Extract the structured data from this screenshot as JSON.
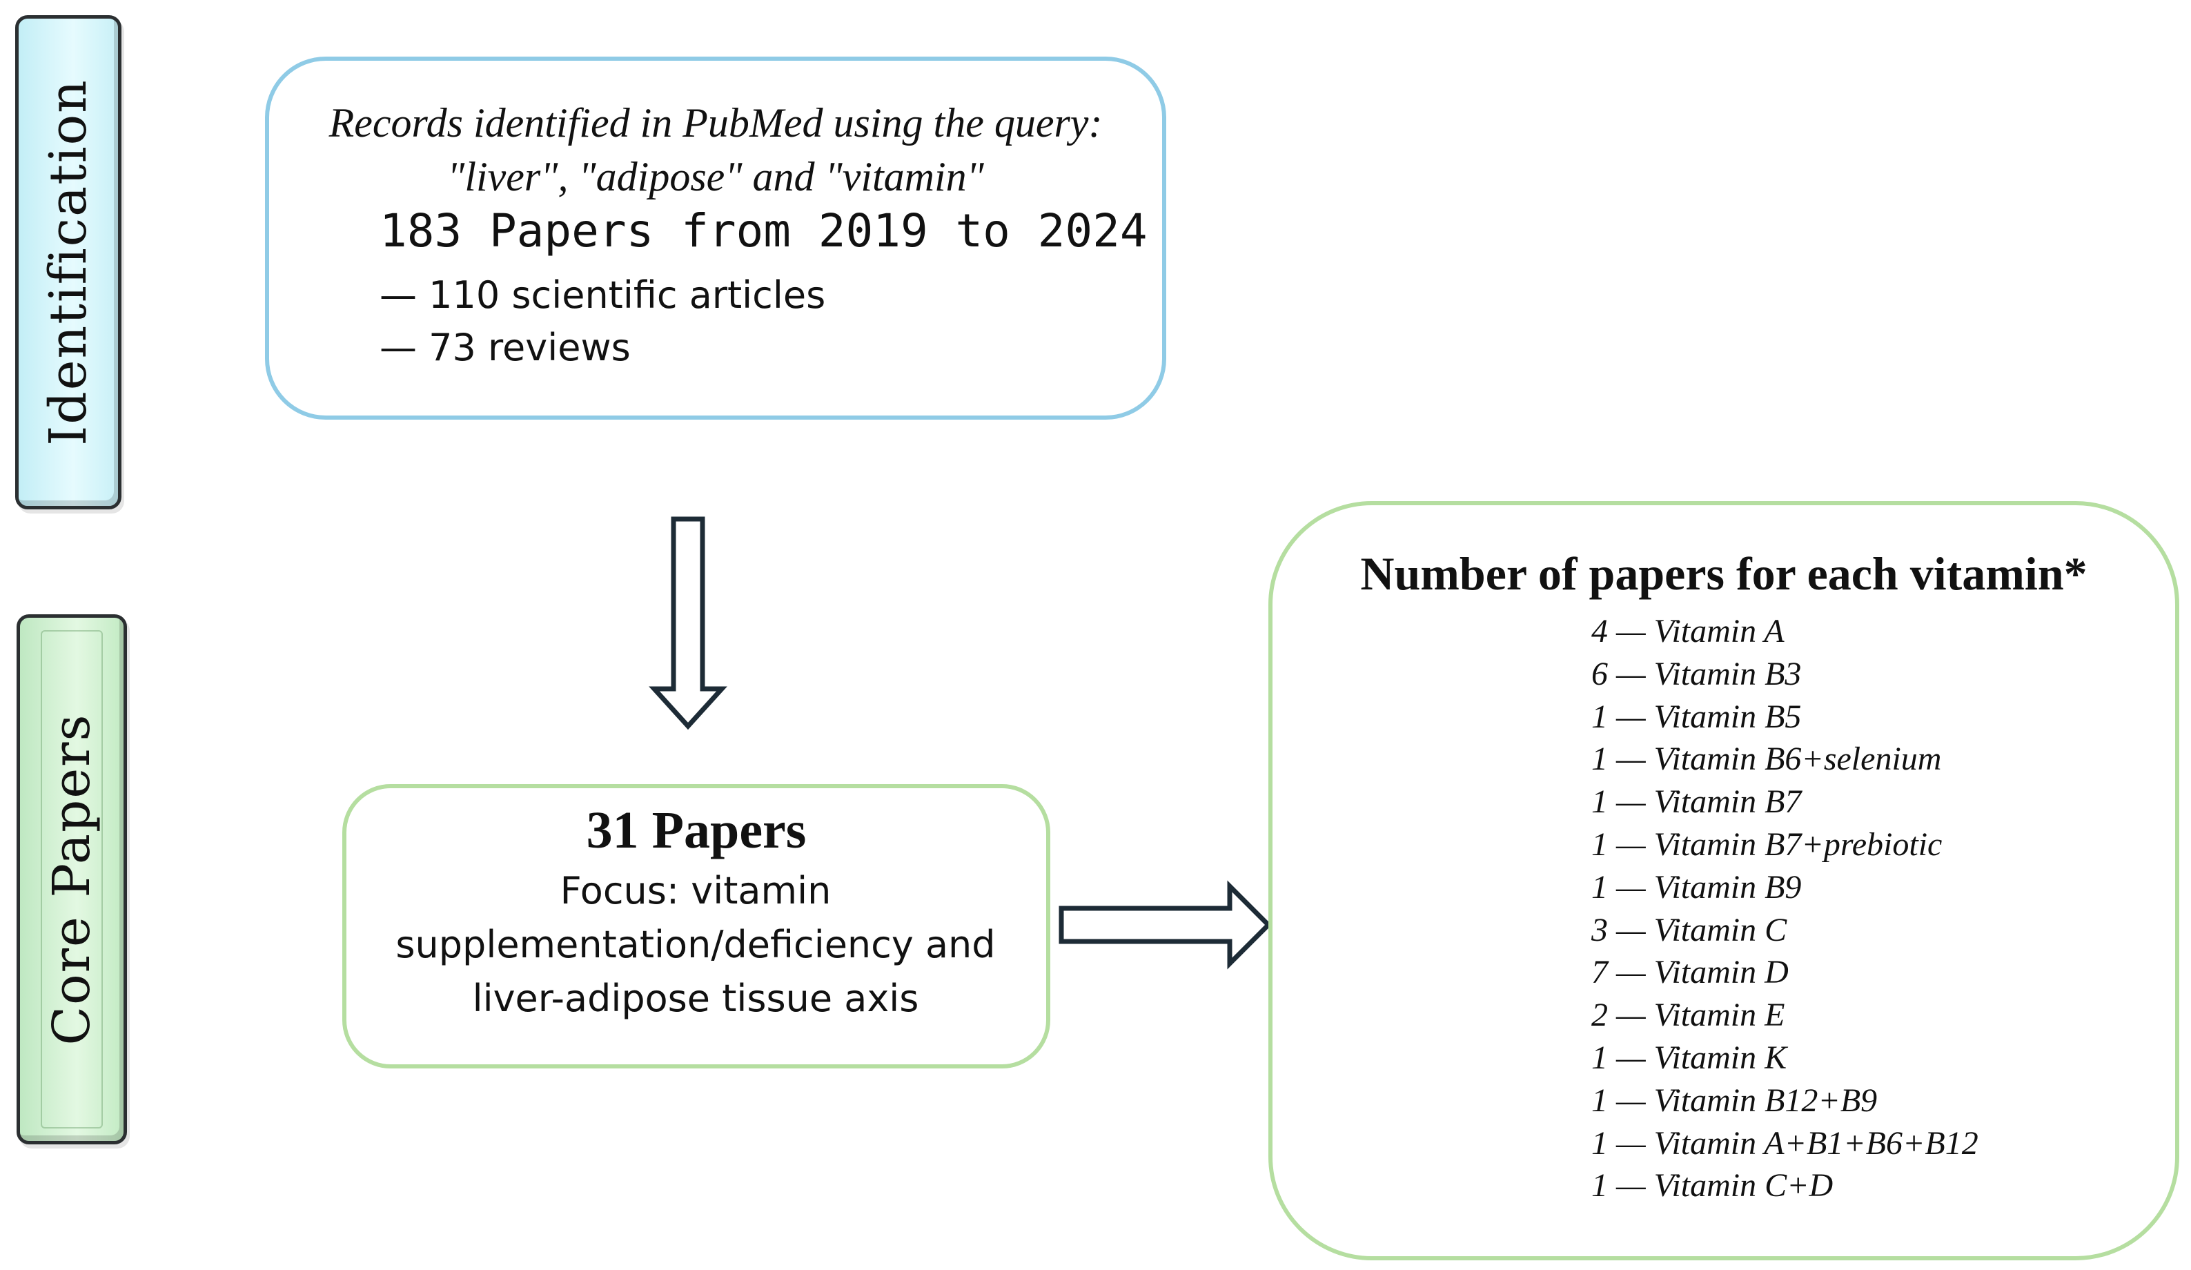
{
  "stages": {
    "identification": "Identification",
    "core": "Core Papers"
  },
  "identification_box": {
    "query_line1": "Records identified in PubMed using the query:",
    "query_line2": "\"liver\", \"adipose\" and \"vitamin\"",
    "papers_range": "183 Papers from  2019 to 2024",
    "items": [
      "— 110 scientific articles",
      "— 73 reviews"
    ]
  },
  "core_box": {
    "title": "31 Papers",
    "focus_line1": "Focus: vitamin",
    "focus_line2": "supplementation/deficiency and",
    "focus_line3": "liver-adipose tissue axis"
  },
  "vitamin_box": {
    "title": "Number of papers for each vitamin*",
    "items": [
      "4 — Vitamin A",
      "6 — Vitamin B3",
      "1 — Vitamin B5",
      "1 — Vitamin B6+selenium",
      "1 — Vitamin B7",
      "1 — Vitamin B7+prebiotic",
      "1 — Vitamin B9",
      "3 — Vitamin C",
      "7 — Vitamin D",
      "2 — Vitamin E",
      "1 — Vitamin K",
      "1 — Vitamin B12+B9",
      "1 — Vitamin A+B1+B6+B12",
      "1 — Vitamin C+D"
    ]
  },
  "colors": {
    "identification_border": "#8fcbe6",
    "core_border": "#b5dea0",
    "arrow_stroke": "#1d2b36",
    "identification_tab": "#d7f6fb",
    "core_tab": "#d3f2d2"
  }
}
